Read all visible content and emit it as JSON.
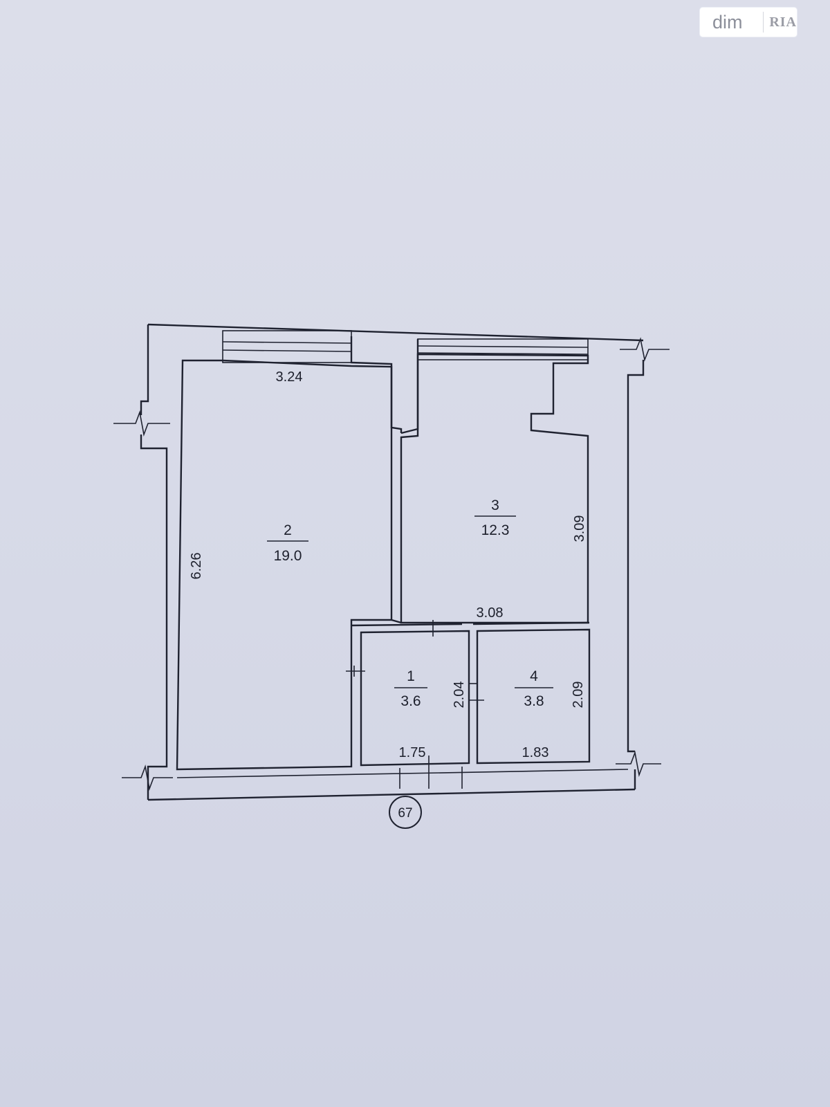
{
  "watermark": {
    "brand_left": "dim",
    "brand_right": "RIA"
  },
  "rooms": [
    {
      "id": "room-2",
      "number": "2",
      "area": "19.0"
    },
    {
      "id": "room-3",
      "number": "3",
      "area": "12.3"
    },
    {
      "id": "room-1",
      "number": "1",
      "area": "3.6"
    },
    {
      "id": "room-4",
      "number": "4",
      "area": "3.8"
    }
  ],
  "dimensions": {
    "room2_width": "3.24",
    "room2_length": "6.26",
    "room3_length": "3.09",
    "room3_width": "3.08",
    "room1_length": "2.04",
    "room1_width": "1.75",
    "room4_length": "2.09",
    "room4_width": "1.83"
  },
  "plan_number": "67",
  "colors": {
    "paper": "#d9dce9",
    "ink": "#1f2230"
  }
}
